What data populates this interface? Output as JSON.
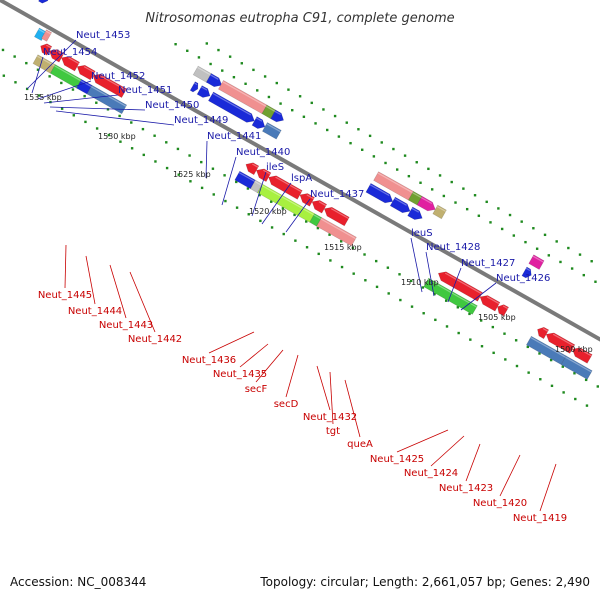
{
  "title": "Nitrosomonas eutropha C91, complete genome",
  "footer": {
    "accession": "Accession: NC_008344",
    "topology": "Topology: circular; Length: 2,661,057 bp; Genes: 2,490"
  },
  "colors": {
    "backbone": "#7a7a7a",
    "tick": "#1f8a1f",
    "label_forward": "#1a1aa8",
    "label_reverse": "#c80000",
    "cog_red": "#e8202c",
    "cog_blue": "#1a2ad8",
    "cog_green": "#40c840",
    "cog_lime": "#a8f040",
    "cog_pink": "#f09090",
    "cog_magenta": "#e020a0",
    "cog_steel": "#4a7ab8",
    "cog_khaki": "#c0b070",
    "cog_grey": "#c0c0c0",
    "cog_cyan": "#20b0f0",
    "cog_olive": "#70a030"
  },
  "kbp_labels": [
    "1535 kbp",
    "1530 kbp",
    "1525 kbp",
    "1520 kbp",
    "1515 kbp",
    "1510 kbp",
    "1505 kbp",
    "1500 kbp"
  ],
  "forward_labels": [
    "Neut_1453",
    "Neut_1454",
    "Neut_1452",
    "Neut_1451",
    "Neut_1450",
    "Neut_1449",
    "Neut_1441",
    "Neut_1440",
    "ileS",
    "lspA",
    "Neut_1437",
    "leuS",
    "Neut_1428",
    "Neut_1427",
    "Neut_1426"
  ],
  "reverse_labels": [
    "Neut_1445",
    "Neut_1444",
    "Neut_1443",
    "Neut_1442",
    "Neut_1436",
    "Neut_1435",
    "secF",
    "secD",
    "Neut_1432",
    "tgt",
    "queA",
    "Neut_1425",
    "Neut_1424",
    "Neut_1423",
    "Neut_1420",
    "Neut_1419"
  ]
}
